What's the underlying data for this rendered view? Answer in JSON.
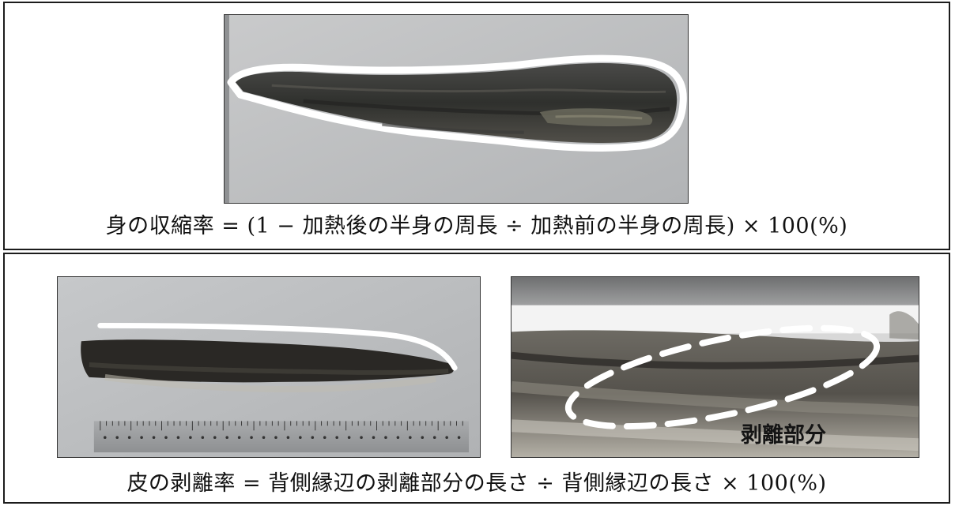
{
  "top_panel": {
    "formula": "身の収縮率 = (1 − 加熱後の半身の周長 ÷ 加熱前の半身の周長) × 100(%)"
  },
  "bottom_panel": {
    "peel_label": "剥離部分",
    "formula": "皮の剥離率 = 背側縁辺の剥離部分の長さ ÷ 背側縁辺の長さ × 100(%)"
  },
  "colors": {
    "border": "#1c1c1c",
    "photo_bg": "#b9bbbd",
    "outline": "#ffffff"
  }
}
